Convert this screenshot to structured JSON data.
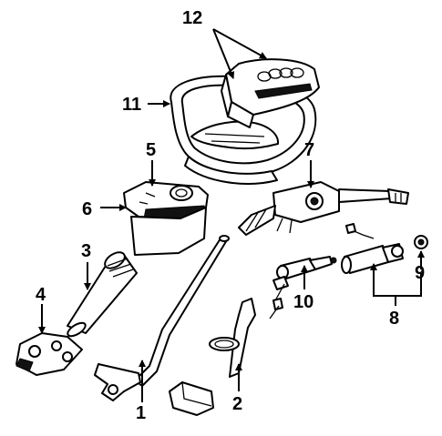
{
  "callouts": {
    "c1": "1",
    "c2": "2",
    "c3": "3",
    "c4": "4",
    "c5": "5",
    "c6": "6",
    "c7": "7",
    "c8": "8",
    "c9": "9",
    "c10": "10",
    "c11": "11",
    "c12": "12"
  },
  "icons": [
    "steering-wheel",
    "airbag-module",
    "column-shroud",
    "combination-switch",
    "ignition-lock",
    "lock-cylinder-keys",
    "steering-shaft",
    "intermediate-shaft",
    "bearing-sleeve",
    "column-bracket",
    "actuator-rod",
    "lock-housing-bolt"
  ]
}
